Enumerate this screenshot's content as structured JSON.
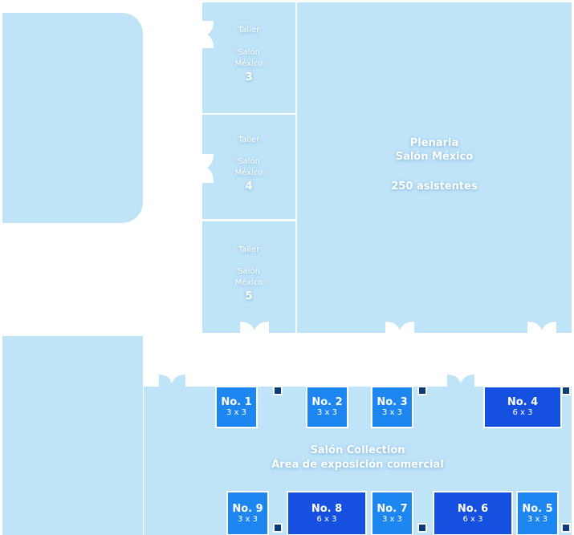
{
  "rooms": {
    "taller3": {
      "line1": "Taller",
      "line2": "Salón",
      "line3": "México",
      "number": "3"
    },
    "taller4": {
      "line1": "Taller",
      "line2": "Salón",
      "line3": "México",
      "number": "4"
    },
    "taller5": {
      "line1": "Taller",
      "line2": "Salón",
      "line3": "México",
      "number": "5"
    },
    "plenaria": {
      "line1": "Plenaria",
      "line2": "Salón México",
      "capacity": "250 asistentes"
    },
    "collection": {
      "line1": "Salón Collection",
      "line2": "Área de exposición comercial"
    }
  },
  "booths": [
    {
      "label": "No. 1",
      "size": "3 x 3",
      "color": "#1e86f0"
    },
    {
      "label": "No. 2",
      "size": "3 x 3",
      "color": "#1e86f0"
    },
    {
      "label": "No. 3",
      "size": "3 x 3",
      "color": "#1e86f0"
    },
    {
      "label": "No. 4",
      "size": "6 x 3",
      "color": "#1650e0"
    },
    {
      "label": "No. 5",
      "size": "3 x 3",
      "color": "#1e86f0"
    },
    {
      "label": "No. 6",
      "size": "6 x 3",
      "color": "#1650e0"
    },
    {
      "label": "No. 7",
      "size": "3 x 3",
      "color": "#1e86f0"
    },
    {
      "label": "No. 8",
      "size": "6 x 3",
      "color": "#1650e0"
    },
    {
      "label": "No. 9",
      "size": "3 x 3",
      "color": "#1e86f0"
    }
  ]
}
